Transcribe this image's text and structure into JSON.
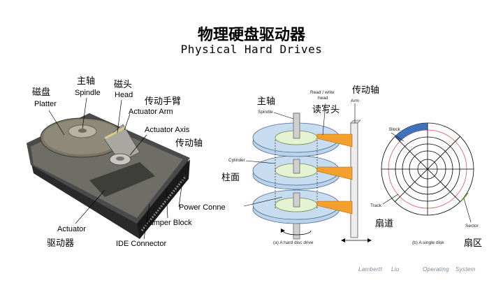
{
  "title": {
    "cn": "物理硬盘驱动器",
    "en": "Physical Hard Drives"
  },
  "left_diagram": {
    "platter_cn": "磁盘",
    "platter_en": "Platter",
    "spindle_cn": "主轴",
    "spindle_en": "Spindle",
    "head_cn": "磁头",
    "head_en": "Head",
    "actuator_arm_cn": "传动手臂",
    "actuator_arm_en": "Actuator Arm",
    "actuator_axis_en": "Actuator Axis",
    "actuator_axis_cn": "传动轴",
    "power_en": "Power Conne",
    "jumper_en": "Jumper Block",
    "ide_en": "IDE Connector",
    "actuator_en": "Actuator",
    "actuator_cn": "驱动器"
  },
  "middle_diagram": {
    "spindle_cn": "主轴",
    "spindle_en": "Spindle",
    "rw_head_en_1": "Read / write",
    "rw_head_en_2": "head",
    "rw_head_cn": "读写头",
    "arm_cn": "传动轴",
    "arm_en": "Arm",
    "cylinder_en": "Cylinder",
    "cylinder_cn": "柱面",
    "track_en": "Track",
    "track_cn": "扇道",
    "caption": "(a) A hard disc drive"
  },
  "right_diagram": {
    "block_en": "Block",
    "sector_en": "Sector",
    "sector_cn": "扇区",
    "caption": "(b) A single disk"
  },
  "footer": {
    "author1": "Lambertt",
    "author2": "Liu",
    "course1": "Operating",
    "course2": "System"
  },
  "colors": {
    "platter_blue": "#b9d3ec",
    "hub_green": "#e6f3d3",
    "head_orange": "#f3a02f",
    "block_blue": "#3f72b8",
    "track_red": "#e05050"
  }
}
